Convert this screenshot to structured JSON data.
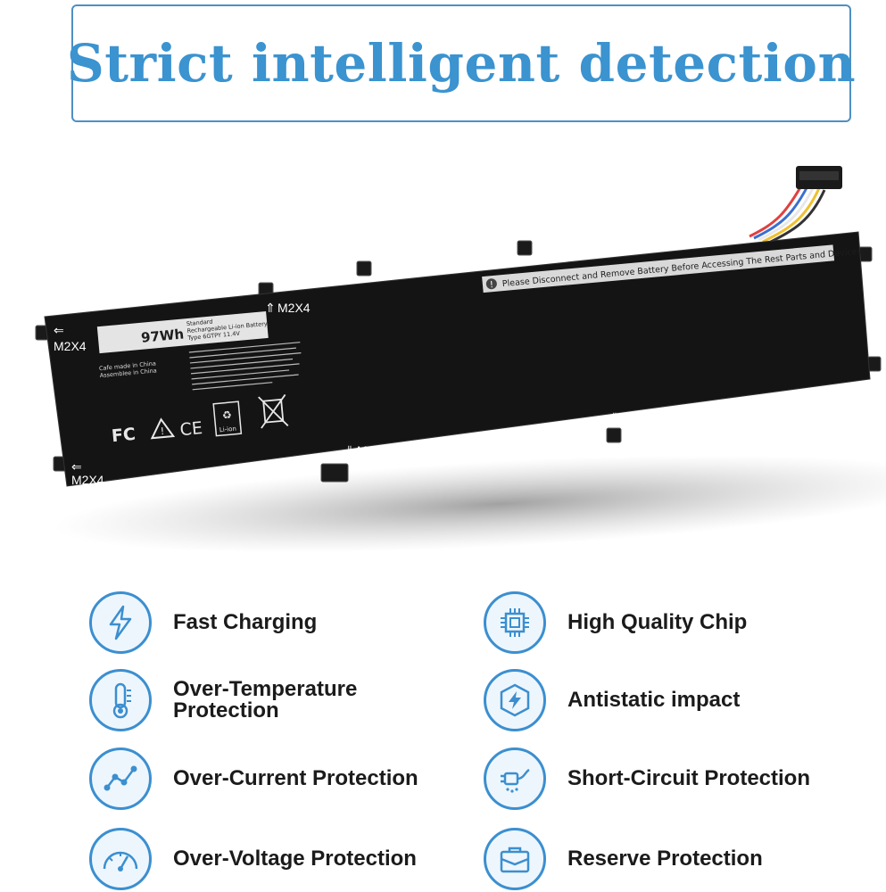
{
  "header": {
    "title": "Strict intelligent detection"
  },
  "battery": {
    "capacity": "97Wh",
    "warning": "Please Disconnect and Remove Battery Before Accessing The Rest Parts and Devices",
    "screw_labels": [
      "M2X4",
      "M2X4",
      "M2X4",
      "M2X4",
      "M2X4"
    ],
    "label_lines": [
      "Standard",
      "Rechargeable Li-ion Battery",
      "Type 6GTPY  11.4V"
    ],
    "origin_lines": [
      "Cafe made in China",
      "Assemblee in China"
    ],
    "cert_marks": [
      "FC",
      "CE",
      "Li-ion"
    ]
  },
  "features": {
    "left": [
      {
        "icon": "lightning-icon",
        "label": "Fast Charging"
      },
      {
        "icon": "thermometer-icon",
        "label": "Over-Temperature Protection"
      },
      {
        "icon": "current-graph-icon",
        "label": "Over-Current Protection"
      },
      {
        "icon": "gauge-icon",
        "label": "Over-Voltage Protection"
      }
    ],
    "right": [
      {
        "icon": "chip-icon",
        "label": "High Quality Chip"
      },
      {
        "icon": "antistatic-icon",
        "label": "Antistatic impact"
      },
      {
        "icon": "plug-icon",
        "label": "Short-Circuit Protection"
      },
      {
        "icon": "briefcase-icon",
        "label": "Reserve Protection"
      }
    ]
  },
  "colors": {
    "accent": "#3b93d0",
    "battery_body": "#141414",
    "label_bg": "#e4e4e4"
  }
}
